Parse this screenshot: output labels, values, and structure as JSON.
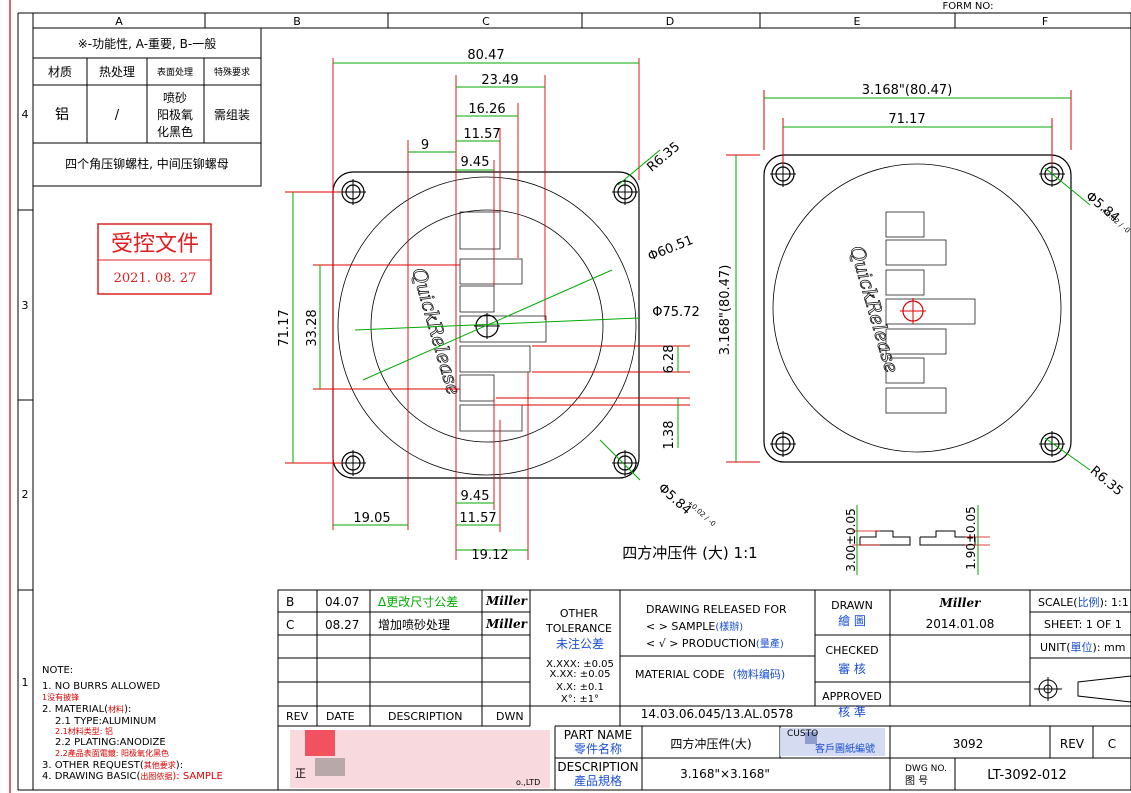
{
  "form_no": "FORM NO:",
  "zones": {
    "cols": [
      "A",
      "B",
      "C",
      "D",
      "E",
      "F"
    ],
    "rows": [
      "4",
      "3",
      "2",
      "1"
    ]
  },
  "spec_table": {
    "legend": "※-功能性, A-重要, B-一般",
    "headers": [
      "材质",
      "热处理",
      "表面处理",
      "特殊要求"
    ],
    "material": "铝",
    "heat": "/",
    "surface": [
      "喷砂",
      "阳极氧",
      "化黑色"
    ],
    "special": "需组装",
    "note": "四个角压铆螺柱, 中间压铆螺母"
  },
  "stamp": {
    "title": "受控文件",
    "date": "2021. 08. 27"
  },
  "front_view": {
    "brand_text": "QuickRelease",
    "dims": {
      "d80_47": "80.47",
      "d23_49": "23.49",
      "d16_26": "16.26",
      "d11_57_top": "11.57",
      "d9": "9",
      "d9_45_top": "9.45",
      "r6_35": "R6.35",
      "phi60_51": "Φ60.51",
      "phi75_72": "Φ75.72",
      "d71_17": "71.17",
      "d33_28": "33.28",
      "d6_28": "6.28",
      "d1_38": "1.38",
      "phi5_84": "Φ5.84",
      "phi5_84_tol": "+0.02 / -0",
      "d9_45_bot": "9.45",
      "d11_57_bot": "11.57",
      "d19_05": "19.05",
      "d19_12": "19.12"
    }
  },
  "back_view": {
    "brand_text": "QuickRelease",
    "dims": {
      "width_total": "3.168\"(80.47)",
      "width_holes": "71.17",
      "height_total": "3.168\"(80.47)",
      "phi5_84": "Φ5.84",
      "phi5_84_tol": "+0.02 / -0",
      "r6_35": "R6.35"
    }
  },
  "section_views": {
    "left_dim": "3.00±0.05",
    "right_dim": "1.90±0.05"
  },
  "view_caption": "四方冲压件 (大) 1:1",
  "revisions": {
    "headers": [
      "REV",
      "DATE",
      "DESCRIPTION",
      "DWN"
    ],
    "rows": [
      {
        "rev": "B",
        "date": "04.07",
        "desc": "Δ更改尺寸公差",
        "dwn": "Miller"
      },
      {
        "rev": "C",
        "date": "08.27",
        "desc": "增加喷砂处理",
        "dwn": "Miller"
      }
    ]
  },
  "tolerance": {
    "title1": "OTHER",
    "title2": "TOLERANCE",
    "title_cn": "未注公差",
    "lines": [
      "X.XXX: ±0.05",
      "X.XX: ±0.05",
      "X.X: ±0.1",
      "X°: ±1°"
    ]
  },
  "release": {
    "title": "DRAWING RELEASED FOR",
    "sample": "<    > SAMPLE",
    "sample_cn": "(樣辦)",
    "production": "< √ > PRODUCTION",
    "production_cn": "(量產)"
  },
  "material_code": {
    "label": "MATERIAL CODE",
    "label_cn": "(物料编码)",
    "value": "14.03.06.045/13.AL.0578"
  },
  "approvals": {
    "drawn": "DRAWN",
    "drawn_cn": "繪 圖",
    "drawn_by": "Miller",
    "drawn_date": "2014.01.08",
    "checked": "CHECKED",
    "checked_cn": "審 核",
    "approved": "APPROVED",
    "approved_cn": "核 準"
  },
  "scale_block": {
    "scale": "SCALE(",
    "scale_cn": "比例",
    "scale_val": "): 1:1",
    "sheet": "SHEET: 1 OF 1",
    "unit": "UNIT(",
    "unit_cn": "單位",
    "unit_val": "): mm"
  },
  "part": {
    "name_label": "PART NAME",
    "name_label_cn": "零件名称",
    "name_value": "四方冲压件(大)",
    "desc_label": "DESCRIPTION",
    "desc_label_cn": "產品規格",
    "desc_value": "3.168\"×3.168\"",
    "customer_label": "CUSTO",
    "customer_cn": "客戶圖紙編號",
    "customer_no": "3092",
    "rev_label": "REV",
    "rev_value": "C",
    "dwg_label": "DWG NO.",
    "dwg_label_cn": "图 号",
    "dwg_value": "LT-3092-012",
    "company_fragment": "o.,LTD",
    "company_prefix": "正"
  },
  "notes": {
    "title": "NOTE:",
    "n1": "1. NO BURRS ALLOWED",
    "n1_cn": "1没有披锋",
    "n2": "2. MATERIAL(",
    "n2_cn": "材料",
    "n2_end": "):",
    "n2_1": "2.1 TYPE:ALUMINUM",
    "n2_1_cn": "2.1材料类型: 铝",
    "n2_2": "2.2 PLATING:ANODIZE",
    "n2_2_cn": "2.2產品表面電鍍: 阳极氧化黑色",
    "n3": "3. OTHER REQUEST(",
    "n3_cn": "其他要求",
    "n3_end": "):",
    "n4": "4. DRAWING BASIC(",
    "n4_cn": "出图依据",
    "n4_end": "): SAMPLE"
  },
  "colors": {
    "line": "#000000",
    "dim": "#00aa00",
    "red": "#dd0000",
    "blue": "#1a4fd6",
    "stamp": "#e02020"
  }
}
